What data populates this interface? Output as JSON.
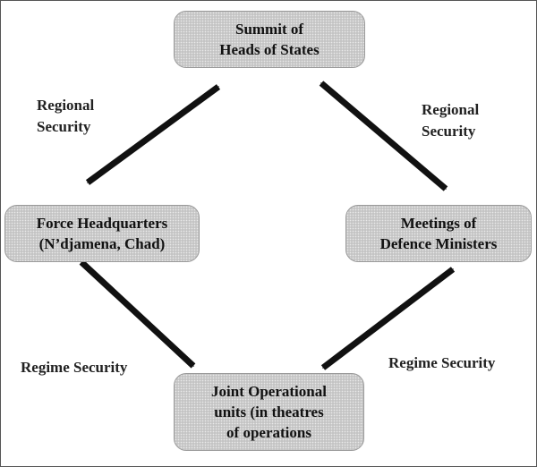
{
  "nodes": {
    "summit": {
      "line1": "Summit of",
      "line2": "Heads of  States"
    },
    "force_hq": {
      "line1": "Force Headquarters",
      "line2": "(N’djamena, Chad)"
    },
    "defence": {
      "line1": "Meetings of",
      "line2": "Defence Ministers"
    },
    "joint": {
      "line1": "Joint Operational",
      "line2": "units (in theatres",
      "line3": "of operations"
    }
  },
  "edges": {
    "summit_force": {
      "label_line1": "Regional",
      "label_line2": "Security"
    },
    "summit_defence": {
      "label_line1": "Regional",
      "label_line2": "Security"
    },
    "force_joint": {
      "label": "Regime Security"
    },
    "defence_joint": {
      "label": "Regime Security"
    }
  },
  "colors": {
    "node_fill": "#c4c4c4",
    "arrow": "#111111"
  }
}
